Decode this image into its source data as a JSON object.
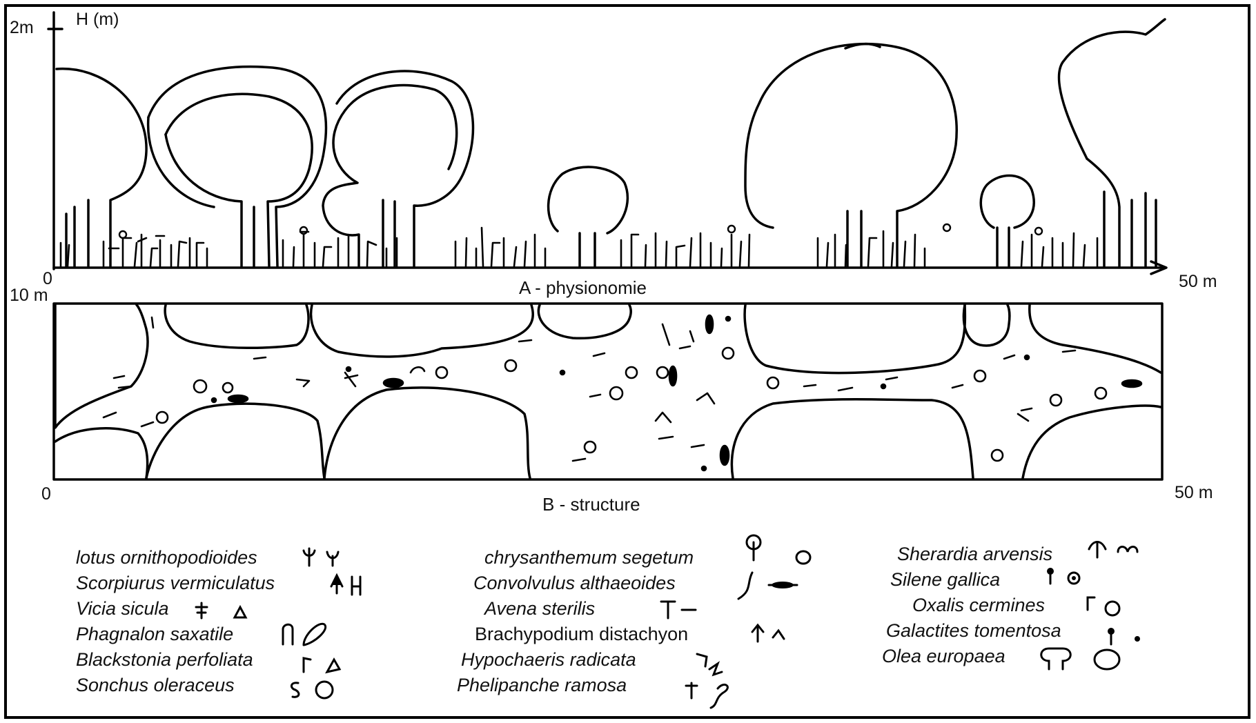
{
  "panel_a": {
    "y_top": "2m",
    "y_axis": "H (m)",
    "origin": "0",
    "x_end": "50 m",
    "caption": "A - physionomie"
  },
  "panel_b": {
    "y_top": "10 m",
    "origin": "0",
    "x_end": "50 m",
    "caption": "B - structure"
  },
  "legend": {
    "col1": [
      "lotus ornithopodioides",
      "Scorpiurus vermiculatus",
      "Vicia sicula",
      "Phagnalon saxatile",
      "Blackstonia perfoliata",
      "Sonchus oleraceus"
    ],
    "col2": [
      "chrysanthemum segetum",
      "Convolvulus althaeoides",
      "Avena sterilis",
      "Brachypodium distachyon",
      "Hypochaeris radicata",
      "Phelipanche ramosa"
    ],
    "col3": [
      "Sherardia arvensis",
      "Silene gallica",
      "Oxalis cermines",
      "Galactites tomentosa",
      "Olea europaea"
    ]
  }
}
